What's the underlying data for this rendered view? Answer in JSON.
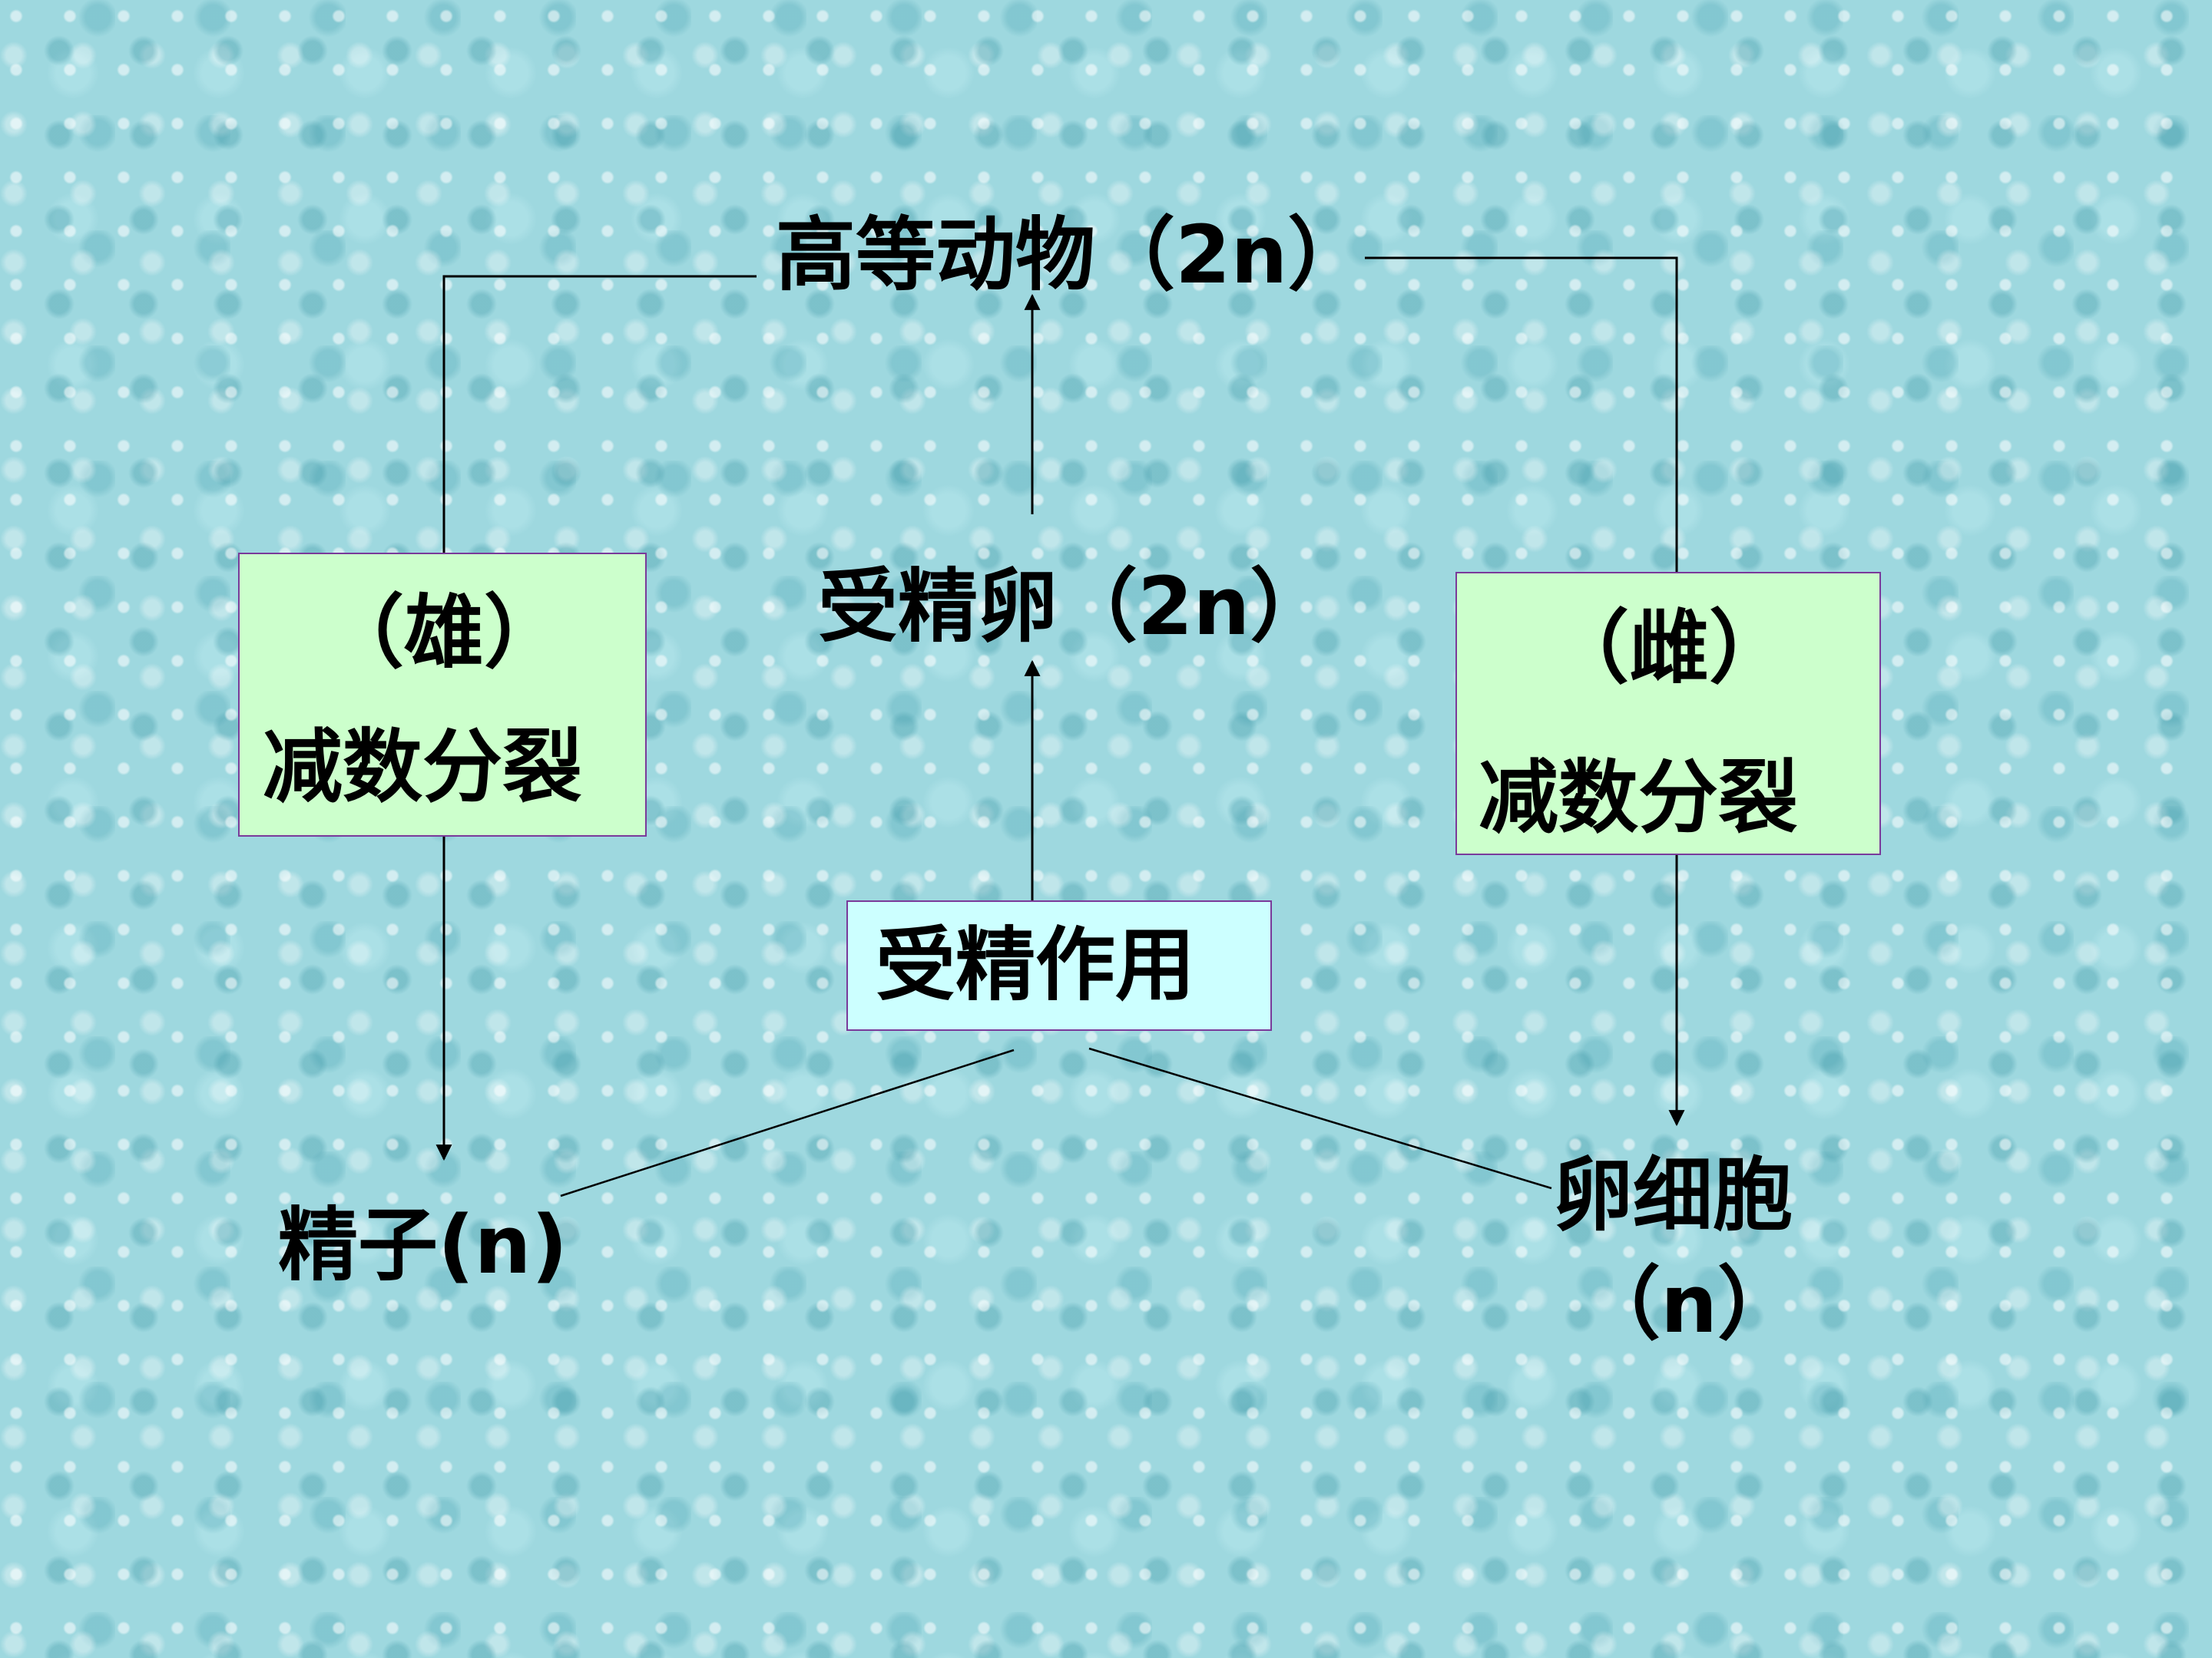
{
  "nodes": {
    "higher_animal": "高等动物（2n）",
    "zygote": "受精卵（2n）",
    "fertilization": "受精作用",
    "sperm": "精子(n)",
    "egg_line1": "卵细胞",
    "egg_line2": "（n）"
  },
  "boxes": {
    "male": {
      "sex": "（雄）",
      "process": "减数分裂"
    },
    "female": {
      "sex": "（雌）",
      "process": "减数分裂"
    }
  },
  "colors": {
    "box_male_fill": "#ccffcc",
    "box_female_fill": "#ccffcc",
    "box_fertilization_fill": "#ccffff",
    "box_border": "#7a3a9a",
    "line": "#000000"
  }
}
